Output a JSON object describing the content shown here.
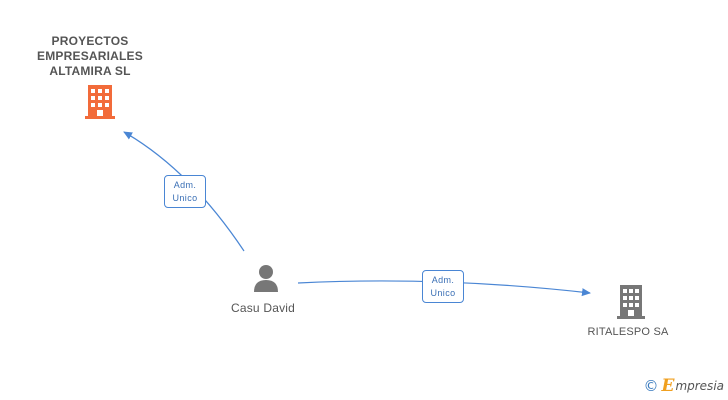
{
  "nodes": {
    "main_company": {
      "name_lines": [
        "PROYECTOS",
        "EMPRESARIALES",
        "ALTAMIRA SL"
      ],
      "icon": "building-icon",
      "color": "#f26b3a"
    },
    "person": {
      "name": "Casu David",
      "icon": "person-icon",
      "color": "#777777"
    },
    "second_company": {
      "name": "RITALESPO SA",
      "icon": "building-icon",
      "color": "#777777"
    }
  },
  "edges": [
    {
      "from": "person",
      "to": "main_company",
      "label_lines": [
        "Adm.",
        "Unico"
      ]
    },
    {
      "from": "person",
      "to": "second_company",
      "label_lines": [
        "Adm.",
        "Unico"
      ]
    }
  ],
  "footer": {
    "copyright_symbol": "©",
    "brand_initial": "E",
    "brand_rest": "mpresia",
    "brand_color": "#f0a020"
  },
  "colors": {
    "edge": "#4a86d4"
  }
}
